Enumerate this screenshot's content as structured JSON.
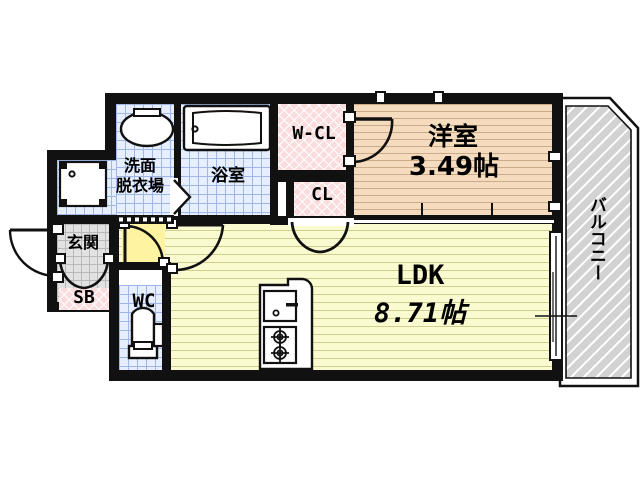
{
  "plan": {
    "type": "japanese-floor-plan",
    "rooms": [
      {
        "id": "yoshitsu",
        "label": "洋室",
        "area": "3.49帖",
        "floor": "wood",
        "script": "jp"
      },
      {
        "id": "ldk",
        "label": "LDK",
        "area": "8.71帖",
        "floor": "ldk",
        "script": "en"
      },
      {
        "id": "yokushitsu",
        "label": "浴室",
        "area": "",
        "floor": "tile",
        "script": "jp"
      },
      {
        "id": "senmen",
        "label": "洗面\n脱衣場",
        "area": "",
        "floor": "tile",
        "script": "jp"
      },
      {
        "id": "genkan",
        "label": "玄関",
        "area": "",
        "floor": "genkan",
        "script": "jp"
      },
      {
        "id": "wc",
        "label": "WC",
        "area": "",
        "floor": "tile",
        "script": "en"
      },
      {
        "id": "sb",
        "label": "SB",
        "area": "",
        "floor": "closet",
        "script": "en"
      },
      {
        "id": "wcl",
        "label": "W-CL",
        "area": "",
        "floor": "closet",
        "script": "en"
      },
      {
        "id": "cl",
        "label": "CL",
        "area": "",
        "floor": "closet",
        "script": "en"
      },
      {
        "id": "balcony",
        "label": "バルコニー",
        "area": "",
        "floor": "balcony",
        "script": "jp"
      }
    ],
    "labels": {
      "yoshitsu_name": "洋室",
      "yoshitsu_area": "3.49帖",
      "ldk_name": "LDK",
      "ldk_area": "8.71帖",
      "yokushitsu": "浴室",
      "senmen_line1": "洗面",
      "senmen_line2": "脱衣場",
      "genkan": "玄関",
      "wc": "WC",
      "sb": "SB",
      "wcl": "W-CL",
      "cl": "CL",
      "balcony": "バルコニー"
    },
    "fixtures": [
      {
        "name": "bathtub",
        "room": "yokushitsu"
      },
      {
        "name": "washbasin",
        "room": "senmen"
      },
      {
        "name": "washing-machine-pan",
        "room": "senmen"
      },
      {
        "name": "toilet",
        "room": "wc"
      },
      {
        "name": "kitchen-sink",
        "room": "ldk"
      },
      {
        "name": "kitchen-stove",
        "room": "ldk"
      }
    ],
    "openings": [
      {
        "name": "entrance-door",
        "type": "hinged"
      },
      {
        "name": "genkan-hall-door",
        "type": "double-swing"
      },
      {
        "name": "wc-door",
        "type": "hinged"
      },
      {
        "name": "hall-ldk-door",
        "type": "hinged"
      },
      {
        "name": "bath-door",
        "type": "folding"
      },
      {
        "name": "senmen-door",
        "type": "sliding"
      },
      {
        "name": "wcl-door",
        "type": "hinged"
      },
      {
        "name": "cl-door",
        "type": "double-swing"
      },
      {
        "name": "ldk-yoshitsu-partition",
        "type": "sliding"
      },
      {
        "name": "yoshitsu-balcony-window",
        "type": "sliding-window"
      },
      {
        "name": "ldk-balcony-window",
        "type": "sliding-window"
      },
      {
        "name": "yoshitsu-north-window",
        "type": "sliding-window"
      }
    ],
    "colors": {
      "wall": "#111111",
      "wood_floor": "#f6dcbe",
      "ldk_floor": "#fbfbd2",
      "wet_tile": "#e6eeff",
      "genkan_tile": "#e2e2e2",
      "closet": "#fbdcdc",
      "balcony": "#d2d2d2",
      "background": "#ffffff"
    }
  }
}
